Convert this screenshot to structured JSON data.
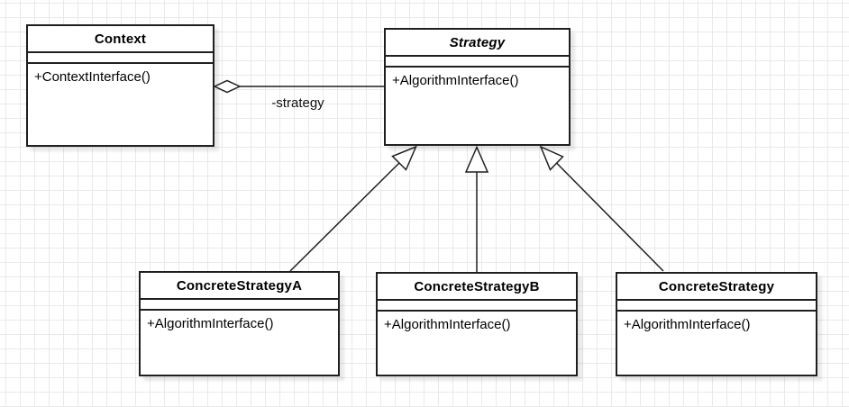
{
  "diagram": {
    "type": "uml-class-diagram",
    "pattern": "Strategy",
    "classes": [
      {
        "name": "Context",
        "abstract": false,
        "attributes": [],
        "methods": [
          "+ContextInterface()"
        ]
      },
      {
        "name": "Strategy",
        "abstract": true,
        "attributes": [],
        "methods": [
          "+AlgorithmInterface()"
        ]
      },
      {
        "name": "ConcreteStrategyA",
        "abstract": false,
        "attributes": [],
        "methods": [
          "+AlgorithmInterface()"
        ]
      },
      {
        "name": "ConcreteStrategyB",
        "abstract": false,
        "attributes": [],
        "methods": [
          "+AlgorithmInterface()"
        ]
      },
      {
        "name": "ConcreteStrategy",
        "abstract": false,
        "attributes": [],
        "methods": [
          "+AlgorithmInterface()"
        ]
      }
    ],
    "relationships": [
      {
        "type": "aggregation",
        "from": "Context",
        "to": "Strategy",
        "label": "-strategy"
      },
      {
        "type": "generalization",
        "from": "ConcreteStrategyA",
        "to": "Strategy",
        "label": ""
      },
      {
        "type": "generalization",
        "from": "ConcreteStrategyB",
        "to": "Strategy",
        "label": ""
      },
      {
        "type": "generalization",
        "from": "ConcreteStrategy",
        "to": "Strategy",
        "label": ""
      }
    ],
    "colors": {
      "stroke": "#1f1f1f",
      "fill": "#ffffff",
      "grid": "#e9e9e9",
      "background": "#ffffff"
    }
  }
}
